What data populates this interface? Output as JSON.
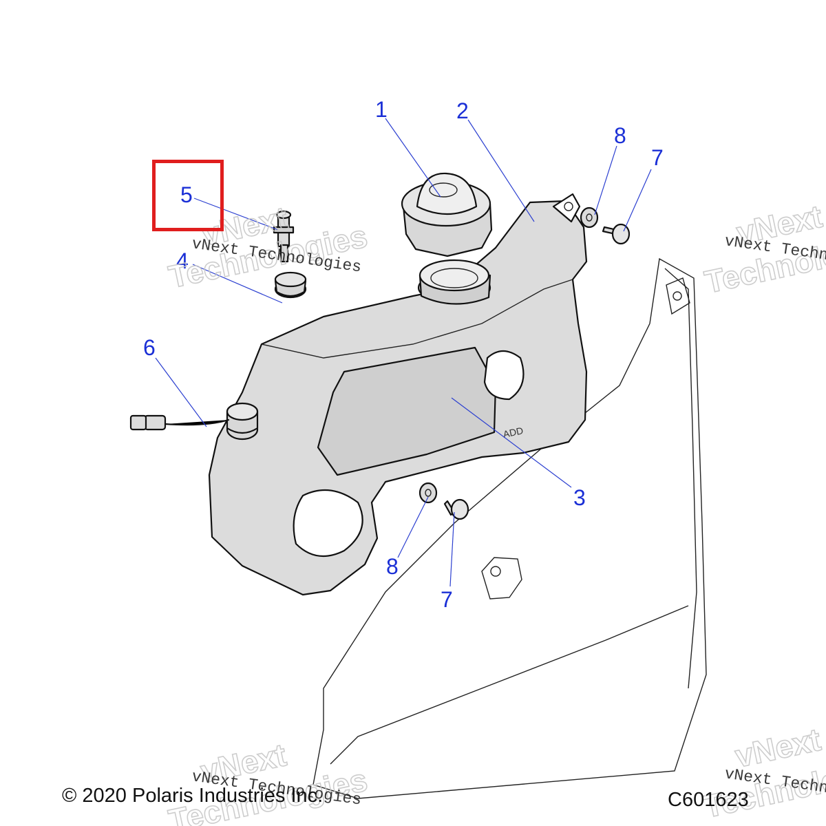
{
  "diagram": {
    "callouts": {
      "c1": "1",
      "c2": "2",
      "c3": "3",
      "c4": "4",
      "c5": "5",
      "c6": "6",
      "c7a": "7",
      "c7b": "7",
      "c8a": "8",
      "c8b": "8"
    },
    "tank_marking": "ADD",
    "highlighted_callout": "5"
  },
  "watermarks": {
    "brand_line1": "vNext",
    "brand_line2": "Technologies",
    "caption": "vNext Technologies"
  },
  "footer": {
    "copyright": "© 2020 Polaris Industries Inc.",
    "figure_code": "C601623"
  },
  "colors": {
    "callout": "#1a2fd6",
    "highlight": "#e01e1e",
    "part_fill": "#dcdcdc"
  }
}
